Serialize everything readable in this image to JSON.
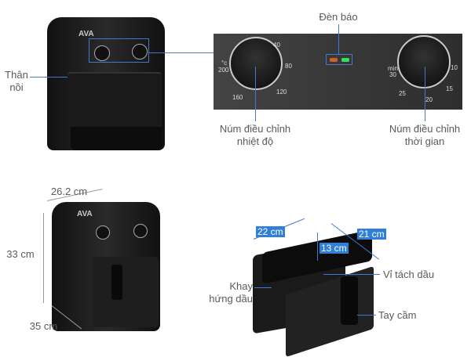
{
  "brand": "AVA",
  "labels": {
    "body": [
      "Thân",
      "nồi"
    ],
    "indicator": "Đèn báo",
    "temp_knob": [
      "Núm điều chỉnh",
      "nhiệt độ"
    ],
    "timer_knob": [
      "Núm điều chỉnh",
      "thời gian"
    ],
    "tray": [
      "Khay",
      "hứng dầu"
    ],
    "separator": "Vỉ tách dầu",
    "handle": "Tay cầm"
  },
  "temp_dial": {
    "unit": "°c",
    "ticks": [
      "200",
      "160",
      "120",
      "80",
      "40"
    ]
  },
  "timer_dial": {
    "unit": "min",
    "ticks": [
      "30",
      "25",
      "20",
      "15",
      "10"
    ]
  },
  "dimensions": {
    "fryer_depth": "26.2 cm",
    "fryer_height": "33 cm",
    "fryer_width": "35 cm",
    "basket_width": "22 cm",
    "basket_depth": "21 cm",
    "basket_height": "13 cm"
  },
  "colors": {
    "accent": "#2f7fd6",
    "led_orange": "#d0602a",
    "led_green": "#38e060"
  }
}
